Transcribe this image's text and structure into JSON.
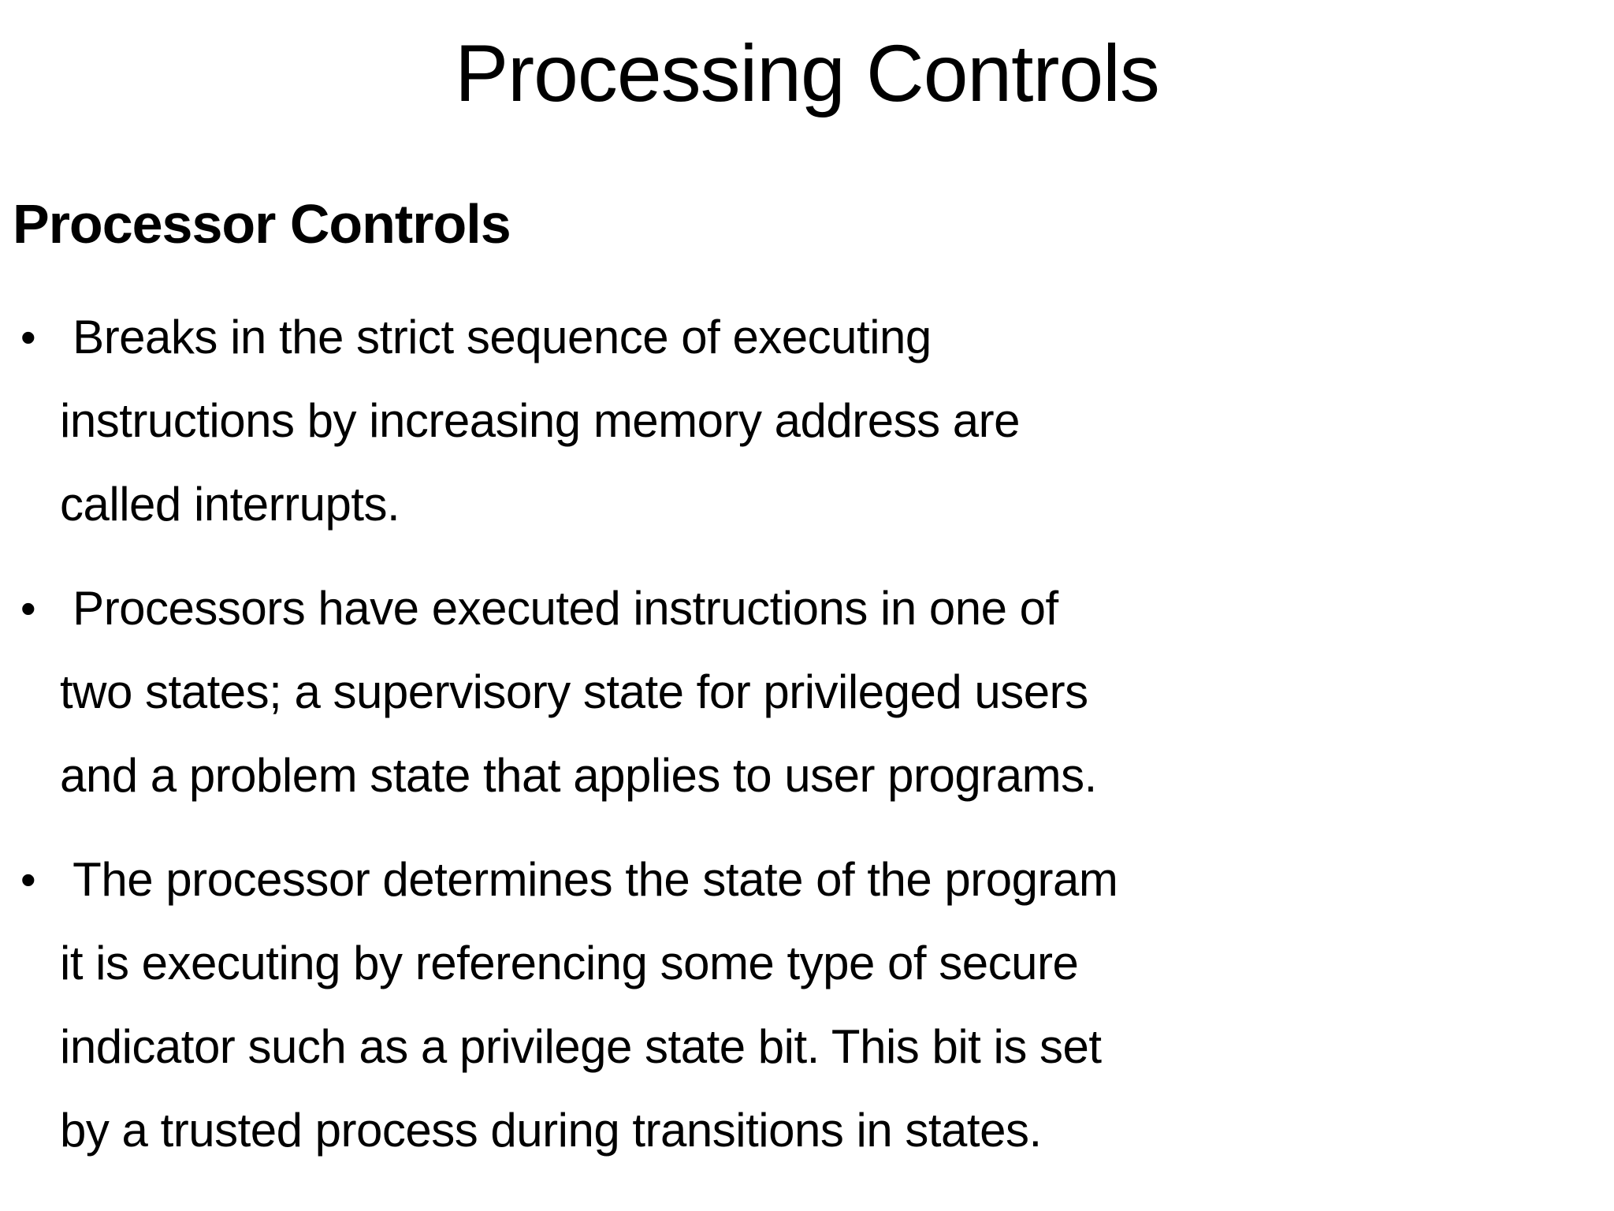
{
  "slide": {
    "title": "Processing Controls",
    "heading": "Processor Controls",
    "bullet_char": "•",
    "bullets": [
      " Breaks in the strict sequence of executing\ninstructions by increasing memory address are\ncalled interrupts.",
      " Processors have executed instructions in one of\ntwo states; a supervisory state for privileged users\nand a problem state that applies to user programs.",
      " The processor determines the state of the program\nit is executing by referencing some type of secure\nindicator such as a privilege state bit. This bit is set\nby a trusted process during transitions in states."
    ],
    "colors": {
      "background": "#ffffff",
      "text": "#000000"
    }
  }
}
